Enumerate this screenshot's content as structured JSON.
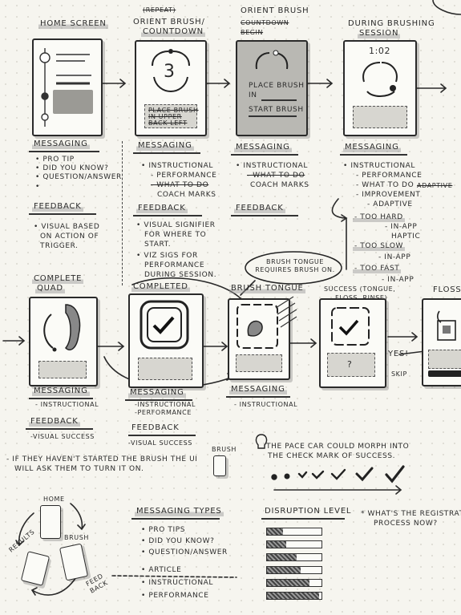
{
  "row1": {
    "home": {
      "title": "Home Screen",
      "messaging_header": "Messaging",
      "messaging_items": [
        "• Pro Tip",
        "• Did you know?",
        "• Question/Answer",
        "•"
      ],
      "feedback_header": "Feedback",
      "feedback_items": [
        "• Visual based",
        "on action of",
        "trigger."
      ]
    },
    "orient": {
      "title_note": "(Repeat)",
      "title": "Orient Brush/",
      "title2": "Countdown",
      "counter": "3",
      "box_text": [
        "Place brush",
        "in upper",
        "back left"
      ],
      "messaging_header": "Messaging",
      "messaging_items": [
        "• Instructional",
        "- Performance",
        "- What to do",
        "Coach Marks"
      ],
      "feedback_header": "Feedback",
      "feedback_items": [
        "• Visual signifier",
        "for where to",
        "start.",
        "• VIZ sigs for",
        "performance",
        "during session."
      ]
    },
    "orient2": {
      "title": "Orient Brush",
      "title_strike": "Countdown",
      "title3": "Begin",
      "screen_text": [
        "Place brush",
        "in"
      ],
      "screen_text2": "Start Brush",
      "messaging_header": "Messaging",
      "messaging_items": [
        "• Instructional",
        "- What to do",
        "Coach Marks"
      ],
      "feedback_header": "Feedback"
    },
    "during": {
      "title": "During Brushing",
      "title2": "Session",
      "timer": "1:02",
      "messaging_header": "Messaging",
      "messaging_items": [
        "• Instructional",
        "- Performance",
        "- What to do",
        "- Improvement",
        "- Adaptive"
      ],
      "adaptive_strike": "Adaptive",
      "tree": [
        {
          "label": "- Too Hard",
          "subs": [
            "- In-App",
            "Haptic"
          ]
        },
        {
          "label": "- Too Slow",
          "subs": [
            "- In-App"
          ]
        },
        {
          "label": "- Too Fast",
          "subs": [
            "- In-App"
          ]
        }
      ]
    }
  },
  "row2": {
    "quad": {
      "title": "Complete",
      "title2": "Quad",
      "messaging_header": "Messaging",
      "messaging_items": [
        "- Instructional"
      ],
      "feedback_header": "Feedback",
      "feedback_items": [
        "-Visual Success"
      ]
    },
    "completed": {
      "title": "Completed",
      "messaging_header": "Messaging",
      "messaging_items": [
        "-Instructional",
        "-Performance"
      ],
      "feedback_header": "Feedback",
      "feedback_items": [
        "-Visual Success"
      ]
    },
    "tongue": {
      "title": "Brush Tongue",
      "bubble": "Brush tongue requires brush on.",
      "messaging_header": "Messaging",
      "messaging_items": [
        "- Instructional"
      ]
    },
    "success": {
      "title": "Success (Tongue,",
      "title2": "Floss, Rinse)",
      "qmark": "?"
    },
    "floss": {
      "title": "Floss",
      "yes": "Yes!",
      "skip": "Skip"
    }
  },
  "notes": {
    "left": [
      "- If they haven't started the brush the UI",
      "will ask them to turn it on."
    ],
    "brush_label": "Brush",
    "right": [
      "The pace car could morph into",
      "the check mark of success."
    ]
  },
  "bottom": {
    "cycle": {
      "home": "Home",
      "brush": "Brush",
      "results": "Results",
      "feedback": "Feed back"
    },
    "messaging_types": {
      "header": "Messaging Types",
      "items": [
        "• Pro Tips",
        "• Did you know?",
        "• Question/Answer",
        "• Article",
        "• Instructional",
        "• Performance"
      ]
    },
    "disruption": {
      "header": "Disruption Level",
      "levels": [
        0.3,
        0.35,
        0.55,
        0.62,
        0.78,
        0.95
      ]
    },
    "question": [
      "* What's the registration",
      "process now?"
    ]
  }
}
